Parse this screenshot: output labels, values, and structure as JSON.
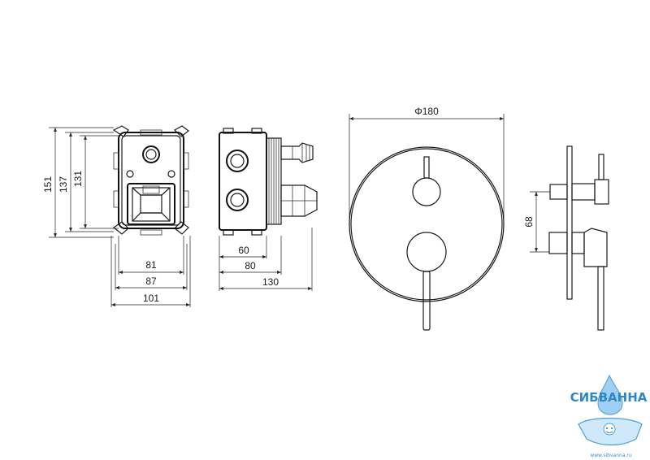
{
  "front_view": {
    "dims": {
      "h_outer": "151",
      "h_mid": "137",
      "h_inner": "131",
      "w_inner": "81",
      "w_mid": "87",
      "w_outer": "101"
    }
  },
  "side_view": {
    "dims": {
      "d1": "60",
      "d2": "80",
      "d3": "130"
    }
  },
  "plate_view": {
    "diameter": "Φ180"
  },
  "profile_view": {
    "spacing": "68"
  },
  "logo": {
    "name": "СИБВАННА",
    "url": "www.sibvanna.ru"
  },
  "colors": {
    "line": "#1a1a1a",
    "logo": "#2f86c8"
  }
}
